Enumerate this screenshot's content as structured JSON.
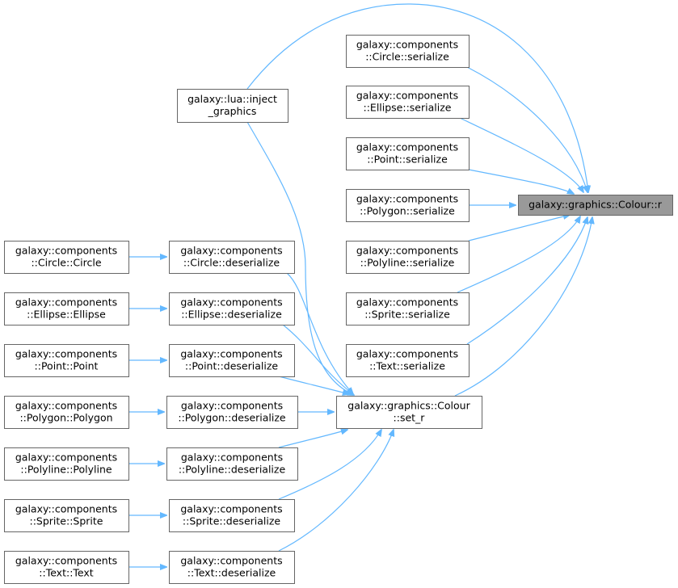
{
  "nodes": [
    {
      "id": "r",
      "lines": [
        "galaxy::graphics::Colour::r"
      ],
      "focus": true
    },
    {
      "id": "set_r",
      "lines": [
        "galaxy::graphics::Colour",
        "::set_r"
      ]
    },
    {
      "id": "inject",
      "lines": [
        "galaxy::lua::inject",
        "_graphics"
      ]
    },
    {
      "id": "circle_ser",
      "lines": [
        "galaxy::components",
        "::Circle::serialize"
      ]
    },
    {
      "id": "ellipse_ser",
      "lines": [
        "galaxy::components",
        "::Ellipse::serialize"
      ]
    },
    {
      "id": "point_ser",
      "lines": [
        "galaxy::components",
        "::Point::serialize"
      ]
    },
    {
      "id": "polygon_ser",
      "lines": [
        "galaxy::components",
        "::Polygon::serialize"
      ]
    },
    {
      "id": "polyline_ser",
      "lines": [
        "galaxy::components",
        "::Polyline::serialize"
      ]
    },
    {
      "id": "sprite_ser",
      "lines": [
        "galaxy::components",
        "::Sprite::serialize"
      ]
    },
    {
      "id": "text_ser",
      "lines": [
        "galaxy::components",
        "::Text::serialize"
      ]
    },
    {
      "id": "circle_deser",
      "lines": [
        "galaxy::components",
        "::Circle::deserialize"
      ]
    },
    {
      "id": "ellipse_deser",
      "lines": [
        "galaxy::components",
        "::Ellipse::deserialize"
      ]
    },
    {
      "id": "point_deser",
      "lines": [
        "galaxy::components",
        "::Point::deserialize"
      ]
    },
    {
      "id": "polygon_deser",
      "lines": [
        "galaxy::components",
        "::Polygon::deserialize"
      ]
    },
    {
      "id": "polyline_deser",
      "lines": [
        "galaxy::components",
        "::Polyline::deserialize"
      ]
    },
    {
      "id": "sprite_deser",
      "lines": [
        "galaxy::components",
        "::Sprite::deserialize"
      ]
    },
    {
      "id": "text_deser",
      "lines": [
        "galaxy::components",
        "::Text::deserialize"
      ]
    },
    {
      "id": "circle_ctor",
      "lines": [
        "galaxy::components",
        "::Circle::Circle"
      ]
    },
    {
      "id": "ellipse_ctor",
      "lines": [
        "galaxy::components",
        "::Ellipse::Ellipse"
      ]
    },
    {
      "id": "point_ctor",
      "lines": [
        "galaxy::components",
        "::Point::Point"
      ]
    },
    {
      "id": "polygon_ctor",
      "lines": [
        "galaxy::components",
        "::Polygon::Polygon"
      ]
    },
    {
      "id": "polyline_ctor",
      "lines": [
        "galaxy::components",
        "::Polyline::Polyline"
      ]
    },
    {
      "id": "sprite_ctor",
      "lines": [
        "galaxy::components",
        "::Sprite::Sprite"
      ]
    },
    {
      "id": "text_ctor",
      "lines": [
        "galaxy::components",
        "::Text::Text"
      ]
    }
  ],
  "edges": [
    {
      "from": "inject",
      "to": "r"
    },
    {
      "from": "circle_ser",
      "to": "r"
    },
    {
      "from": "ellipse_ser",
      "to": "r"
    },
    {
      "from": "point_ser",
      "to": "r"
    },
    {
      "from": "polygon_ser",
      "to": "r"
    },
    {
      "from": "polyline_ser",
      "to": "r"
    },
    {
      "from": "sprite_ser",
      "to": "r"
    },
    {
      "from": "text_ser",
      "to": "r"
    },
    {
      "from": "set_r",
      "to": "r"
    },
    {
      "from": "inject",
      "to": "set_r"
    },
    {
      "from": "circle_deser",
      "to": "set_r"
    },
    {
      "from": "ellipse_deser",
      "to": "set_r"
    },
    {
      "from": "point_deser",
      "to": "set_r"
    },
    {
      "from": "polygon_deser",
      "to": "set_r"
    },
    {
      "from": "polyline_deser",
      "to": "set_r"
    },
    {
      "from": "sprite_deser",
      "to": "set_r"
    },
    {
      "from": "text_deser",
      "to": "set_r"
    },
    {
      "from": "circle_ctor",
      "to": "circle_deser"
    },
    {
      "from": "ellipse_ctor",
      "to": "ellipse_deser"
    },
    {
      "from": "point_ctor",
      "to": "point_deser"
    },
    {
      "from": "polygon_ctor",
      "to": "polygon_deser"
    },
    {
      "from": "polyline_ctor",
      "to": "polyline_deser"
    },
    {
      "from": "sprite_ctor",
      "to": "sprite_deser"
    },
    {
      "from": "text_ctor",
      "to": "text_deser"
    }
  ],
  "colors": {
    "edge": "#63b8ff",
    "node_border": "#666666",
    "focus_fill": "#999999",
    "node_fill": "#ffffff"
  }
}
